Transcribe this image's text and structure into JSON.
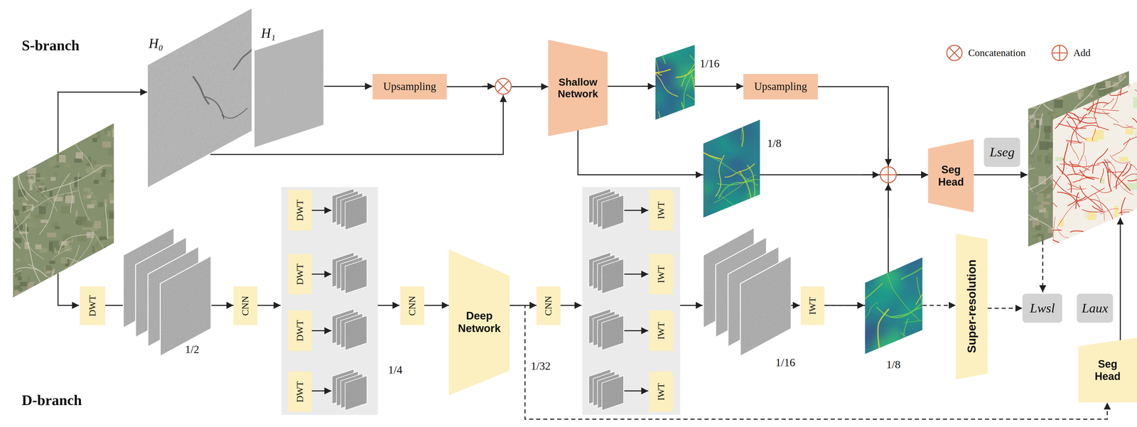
{
  "diagram": {
    "nodes": [
      {
        "text": [
          "Upsampling"
        ]
      },
      {
        "text": [
          "Shallow Network"
        ]
      },
      {
        "text": [
          "Upsampling"
        ]
      },
      {
        "text": [
          "Seg Head"
        ]
      },
      {
        "text": [
          "Lseg"
        ]
      },
      {
        "text": [
          "DWT"
        ]
      },
      {
        "text": [
          "CNN"
        ]
      },
      {
        "text": [
          "DWT"
        ]
      },
      {
        "text": [
          "DWT"
        ]
      },
      {
        "text": [
          "DWT"
        ]
      },
      {
        "text": [
          "DWT"
        ]
      },
      {
        "text": [
          "CNN"
        ]
      },
      {
        "text": [
          "Deep Network"
        ]
      },
      {
        "text": [
          "CNN"
        ]
      },
      {
        "text": [
          "IWT"
        ]
      },
      {
        "text": [
          "IWT"
        ]
      },
      {
        "text": [
          "IWT"
        ]
      },
      {
        "text": [
          "IWT"
        ]
      },
      {
        "text": [
          "IWT"
        ]
      },
      {
        "text": [
          "Super-resolution"
        ]
      },
      {
        "text": [
          "Lwsl"
        ]
      },
      {
        "text": [
          "Laux"
        ]
      },
      {
        "text": [
          "Seg Head"
        ]
      }
    ],
    "edges": [
      {
        "from": 0,
        "to": 1,
        "arrow": "to"
      },
      {
        "from": 1,
        "to": 2,
        "arrow": "to"
      },
      {
        "from": 2,
        "to": 3,
        "arrow": "to"
      },
      {
        "from": 1,
        "to": 3,
        "arrow": "to"
      },
      {
        "from": 18,
        "to": 3,
        "arrow": "to"
      },
      {
        "from": 5,
        "to": 6,
        "arrow": "to"
      },
      {
        "from": 11,
        "to": 12,
        "arrow": "to"
      },
      {
        "from": 12,
        "to": 13,
        "arrow": "to"
      },
      {
        "from": 12,
        "to": 22,
        "arrow": "to"
      },
      {
        "from": 18,
        "to": 19,
        "arrow": "to"
      },
      {
        "from": 19,
        "to": 20,
        "arrow": "to"
      }
    ],
    "labels": [
      "S-branch",
      "H₀",
      "H₁",
      "1/16",
      "1/8",
      "1/2",
      "1/4",
      "1/32",
      "1/16",
      "1/8",
      "D-branch"
    ],
    "legend": [
      {
        "text": "Concatenation"
      },
      {
        "text": "Add"
      }
    ]
  }
}
